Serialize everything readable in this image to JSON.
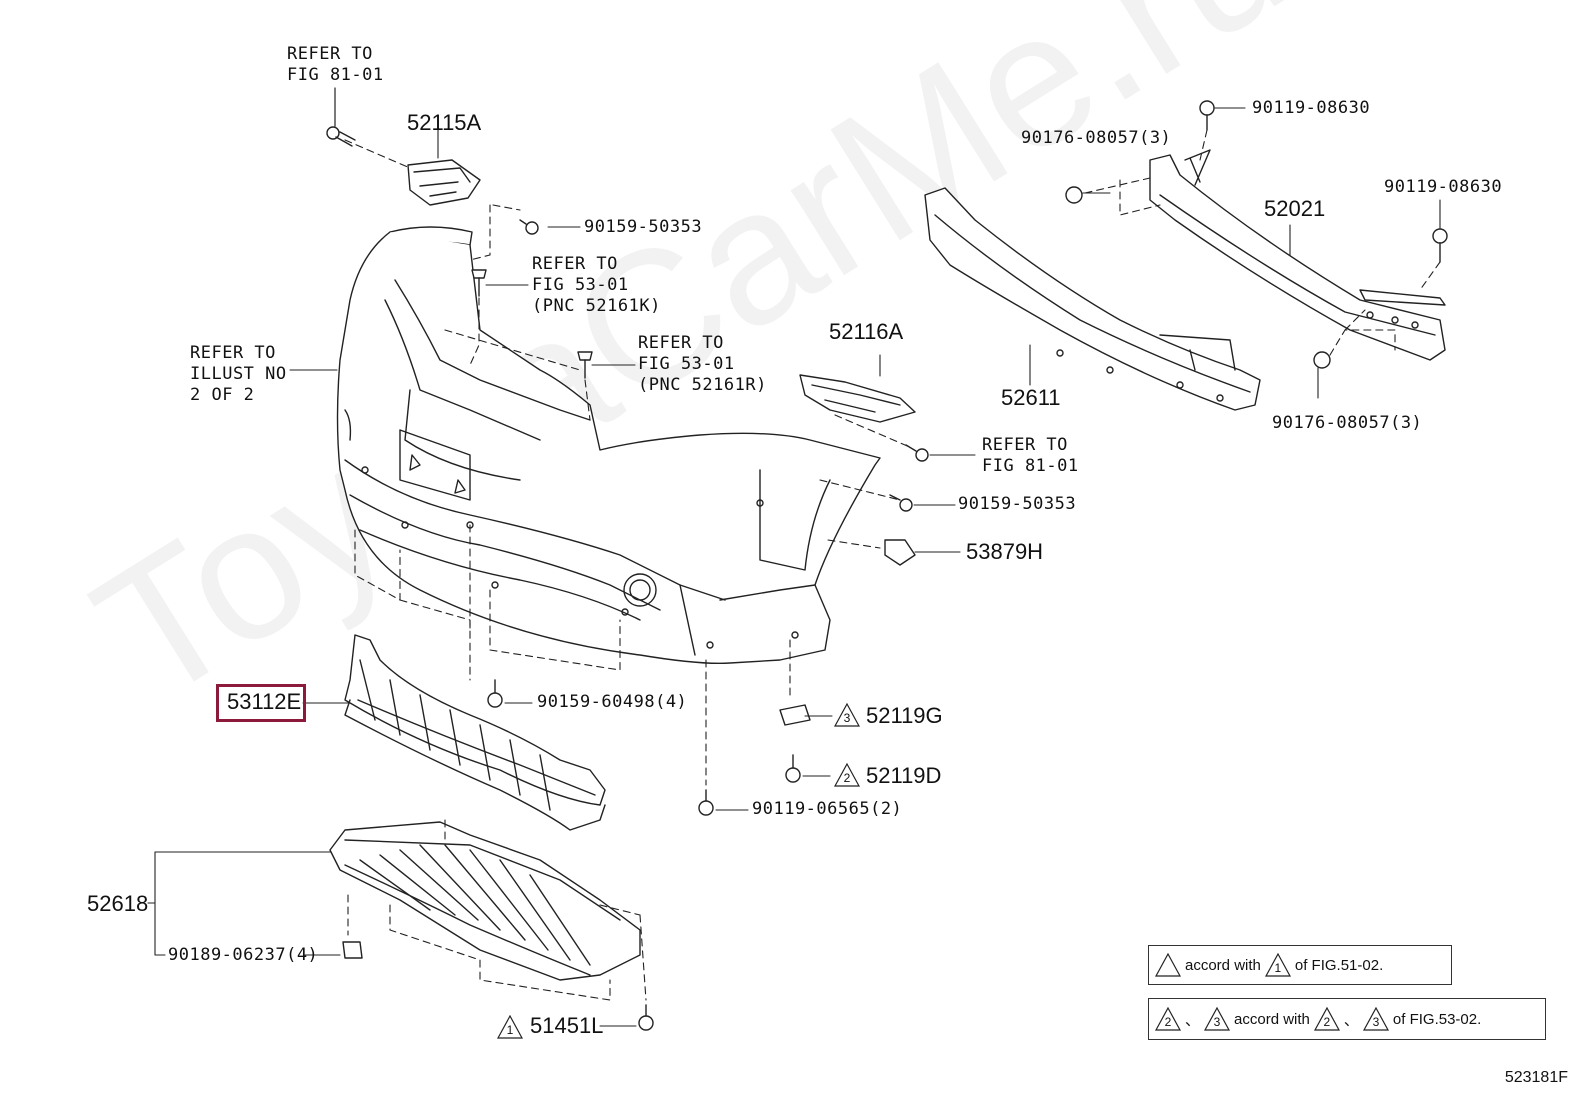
{
  "watermark": "ToyotaCarMe.ru",
  "figure_id": "523181F",
  "highlight_color": "#8c1a3a",
  "labels": {
    "refer_81_01_top": "REFER TO\nFIG 81-01",
    "p52115A": "52115A",
    "p90159_50353_top": "90159-50353",
    "refer_53_01_k": "REFER TO\nFIG 53-01\n(PNC 52161K)",
    "refer_illust": "REFER TO\nILLUST NO\n2 OF 2",
    "refer_53_01_r": "REFER TO\nFIG 53-01\n(PNC 52161R)",
    "p52116A": "52116A",
    "refer_81_01_mid": "REFER TO\nFIG 81-01",
    "p90159_50353_mid": "90159-50353",
    "p53879H": "53879H",
    "p53112E": "53112E",
    "p90159_60498": "90159-60498(4)",
    "p52119G": "52119G",
    "p52119D": "52119D",
    "p90119_06565": "90119-06565(2)",
    "p52618": "52618",
    "p90189_06237": "90189-06237(4)",
    "p51451L": "51451L",
    "p90176_08057_a": "90176-08057(3)",
    "p90119_08630_a": "90119-08630",
    "p90119_08630_b": "90119-08630",
    "p52021": "52021",
    "p52611": "52611",
    "p90176_08057_b": "90176-08057(3)"
  },
  "triangles": {
    "t52119G": "3",
    "t52119D": "2",
    "t51451L": "1"
  },
  "notes": [
    {
      "parts": [
        {
          "type": "tri",
          "num": ""
        },
        {
          "type": "text",
          "text": "accord with"
        },
        {
          "type": "tri",
          "num": "1"
        },
        {
          "type": "text",
          "text": "of FIG.51-02."
        }
      ]
    },
    {
      "parts": [
        {
          "type": "tri",
          "num": "2"
        },
        {
          "type": "text",
          "text": "、"
        },
        {
          "type": "tri",
          "num": "3"
        },
        {
          "type": "text",
          "text": "accord with"
        },
        {
          "type": "tri",
          "num": "2"
        },
        {
          "type": "text",
          "text": "、"
        },
        {
          "type": "tri",
          "num": "3"
        },
        {
          "type": "text",
          "text": "of FIG.53-02."
        }
      ]
    }
  ]
}
